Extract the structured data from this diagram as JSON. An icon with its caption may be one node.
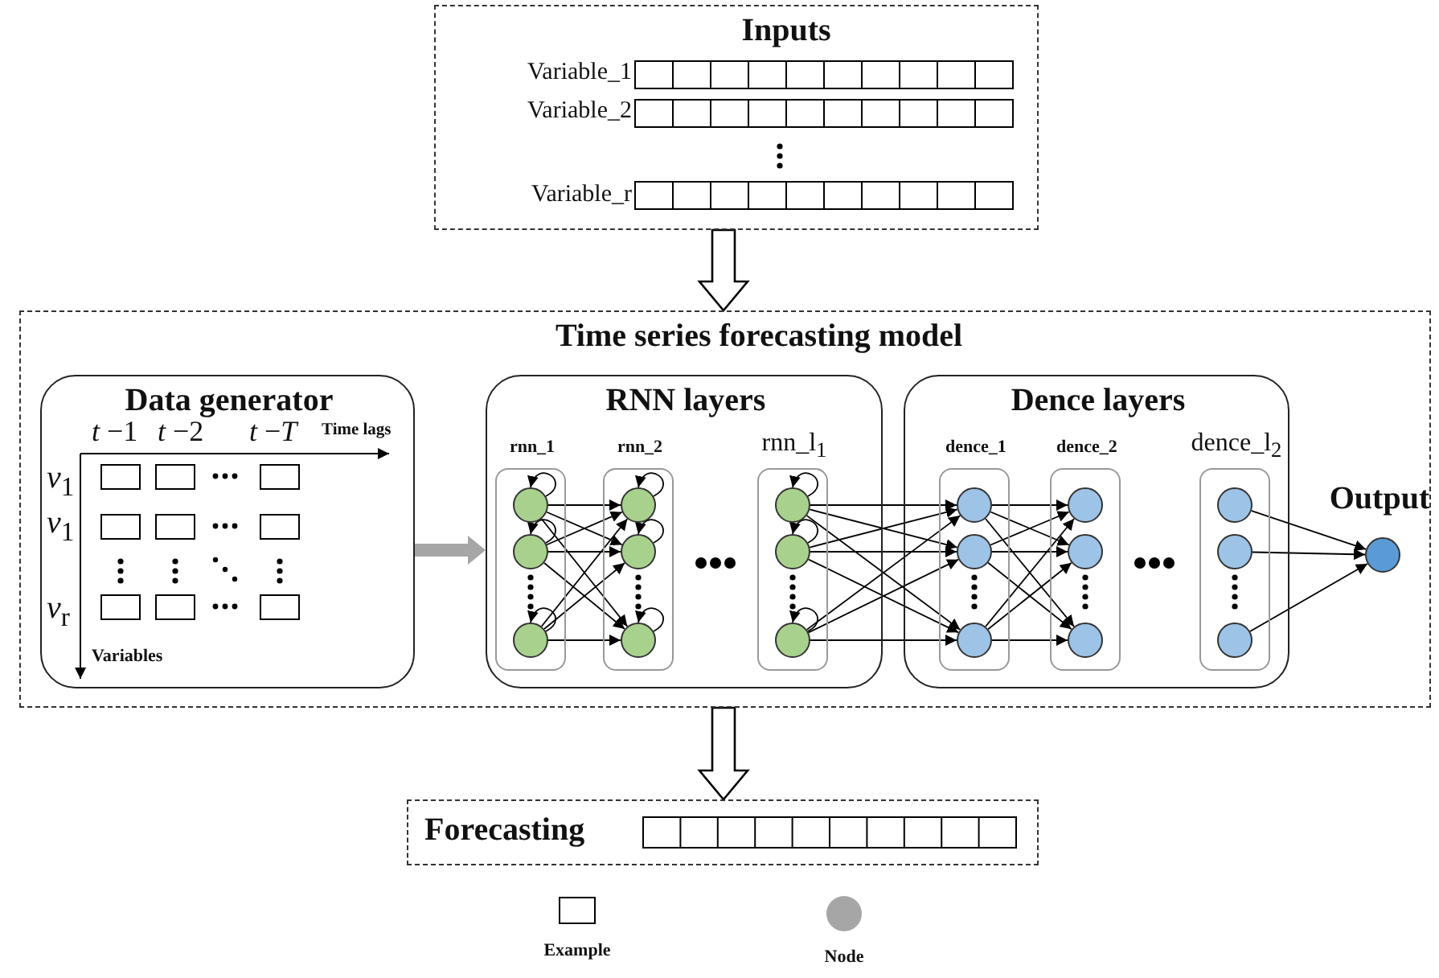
{
  "diagram": {
    "nodes": [
      {
        "text": [
          "Inputs"
        ]
      },
      {
        "text": [
          "Time series forecasting model"
        ]
      },
      {
        "text": [
          "Data generator"
        ],
        "in": 1
      },
      {
        "text": [
          "RNN layers"
        ],
        "in": 1
      },
      {
        "text": [
          "rnn_1"
        ],
        "in": 3
      },
      {
        "text": [],
        "shape": "circle",
        "in": 4
      },
      {
        "text": [],
        "shape": "circle",
        "in": 4
      },
      {
        "text": [],
        "shape": "circle",
        "in": 4
      },
      {
        "text": [
          "rnn_2"
        ],
        "in": 3
      },
      {
        "text": [],
        "shape": "circle",
        "in": 8
      },
      {
        "text": [],
        "shape": "circle",
        "in": 8
      },
      {
        "text": [],
        "shape": "circle",
        "in": 8
      },
      {
        "text": [
          "rnn_l$_{1}$"
        ],
        "in": 3
      },
      {
        "text": [],
        "shape": "circle",
        "in": 12
      },
      {
        "text": [],
        "shape": "circle",
        "in": 12
      },
      {
        "text": [],
        "shape": "circle",
        "in": 12
      },
      {
        "text": [
          "Dence layers"
        ],
        "in": 1
      },
      {
        "text": [
          "dence_1"
        ],
        "in": 16
      },
      {
        "text": [],
        "shape": "circle",
        "in": 17
      },
      {
        "text": [],
        "shape": "circle",
        "in": 17
      },
      {
        "text": [],
        "shape": "circle",
        "in": 17
      },
      {
        "text": [
          "dence_2"
        ],
        "in": 16
      },
      {
        "text": [],
        "shape": "circle",
        "in": 21
      },
      {
        "text": [],
        "shape": "circle",
        "in": 21
      },
      {
        "text": [],
        "shape": "circle",
        "in": 21
      },
      {
        "text": [
          "dence_l$_{2}$"
        ],
        "in": 16
      },
      {
        "text": [],
        "shape": "circle",
        "in": 25
      },
      {
        "text": [],
        "shape": "circle",
        "in": 25
      },
      {
        "text": [],
        "shape": "circle",
        "in": 25
      },
      {
        "text": [
          "Output"
        ],
        "in": 1
      },
      {
        "text": [
          "Forecasting"
        ]
      }
    ],
    "edges": [
      {
        "from": 0,
        "to": 1,
        "arrow": "to"
      },
      {
        "from": 2,
        "to": 3,
        "arrow": "to",
        "style": "thick",
        "color": "#a6a6a6"
      },
      {
        "from": 1,
        "to": 30,
        "arrow": "to"
      },
      {
        "from": 5,
        "to": 5,
        "arrow": "to"
      },
      {
        "from": 6,
        "to": 6,
        "arrow": "to"
      },
      {
        "from": 7,
        "to": 7,
        "arrow": "to"
      },
      {
        "from": 9,
        "to": 9,
        "arrow": "to"
      },
      {
        "from": 10,
        "to": 10,
        "arrow": "to"
      },
      {
        "from": 11,
        "to": 11,
        "arrow": "to"
      },
      {
        "from": 13,
        "to": 13,
        "arrow": "to"
      },
      {
        "from": 14,
        "to": 14,
        "arrow": "to"
      },
      {
        "from": 15,
        "to": 15,
        "arrow": "to"
      },
      {
        "from": 5,
        "to": 9,
        "arrow": "to"
      },
      {
        "from": 5,
        "to": 10,
        "arrow": "to"
      },
      {
        "from": 5,
        "to": 11,
        "arrow": "to"
      },
      {
        "from": 6,
        "to": 9,
        "arrow": "to"
      },
      {
        "from": 6,
        "to": 10,
        "arrow": "to"
      },
      {
        "from": 6,
        "to": 11,
        "arrow": "to"
      },
      {
        "from": 7,
        "to": 9,
        "arrow": "to"
      },
      {
        "from": 7,
        "to": 10,
        "arrow": "to"
      },
      {
        "from": 7,
        "to": 11,
        "arrow": "to"
      },
      {
        "from": 13,
        "to": 18,
        "arrow": "to"
      },
      {
        "from": 13,
        "to": 19,
        "arrow": "to"
      },
      {
        "from": 13,
        "to": 20,
        "arrow": "to"
      },
      {
        "from": 14,
        "to": 18,
        "arrow": "to"
      },
      {
        "from": 14,
        "to": 19,
        "arrow": "to"
      },
      {
        "from": 14,
        "to": 20,
        "arrow": "to"
      },
      {
        "from": 15,
        "to": 18,
        "arrow": "to"
      },
      {
        "from": 15,
        "to": 19,
        "arrow": "to"
      },
      {
        "from": 15,
        "to": 20,
        "arrow": "to"
      },
      {
        "from": 18,
        "to": 22,
        "arrow": "to"
      },
      {
        "from": 18,
        "to": 23,
        "arrow": "to"
      },
      {
        "from": 18,
        "to": 24,
        "arrow": "to"
      },
      {
        "from": 19,
        "to": 22,
        "arrow": "to"
      },
      {
        "from": 19,
        "to": 23,
        "arrow": "to"
      },
      {
        "from": 19,
        "to": 24,
        "arrow": "to"
      },
      {
        "from": 20,
        "to": 22,
        "arrow": "to"
      },
      {
        "from": 20,
        "to": 23,
        "arrow": "to"
      },
      {
        "from": 20,
        "to": 24,
        "arrow": "to"
      },
      {
        "from": 26,
        "to": 29,
        "arrow": "to"
      },
      {
        "from": 27,
        "to": 29,
        "arrow": "to"
      },
      {
        "from": 28,
        "to": 29,
        "arrow": "to"
      }
    ],
    "labels": [
      "Variable_1",
      "Variable_2",
      "Variable_r",
      "*t* −1",
      "*t* −2",
      "*t* −*T*",
      "Time lags",
      "*v*$_{1}$",
      "*v*$_{1}$",
      "*v*$_{r}$",
      "Variables"
    ],
    "legend": [
      {
        "text": "Example"
      },
      {
        "text": "Node"
      }
    ]
  }
}
